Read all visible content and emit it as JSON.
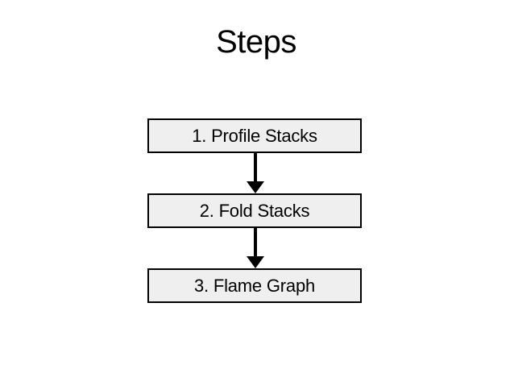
{
  "slide": {
    "title": "Steps",
    "steps": [
      {
        "label": "1. Profile Stacks"
      },
      {
        "label": "2. Fold Stacks"
      },
      {
        "label": "3. Flame Graph"
      }
    ],
    "flow": {
      "type": "vertical-flowchart",
      "connections": [
        {
          "from": "1. Profile Stacks",
          "to": "2. Fold Stacks"
        },
        {
          "from": "2. Fold Stacks",
          "to": "3. Flame Graph"
        }
      ]
    },
    "colors": {
      "background": "#ffffff",
      "box_fill": "#efefef",
      "box_border": "#000000",
      "arrow": "#000000",
      "text": "#000000"
    }
  }
}
